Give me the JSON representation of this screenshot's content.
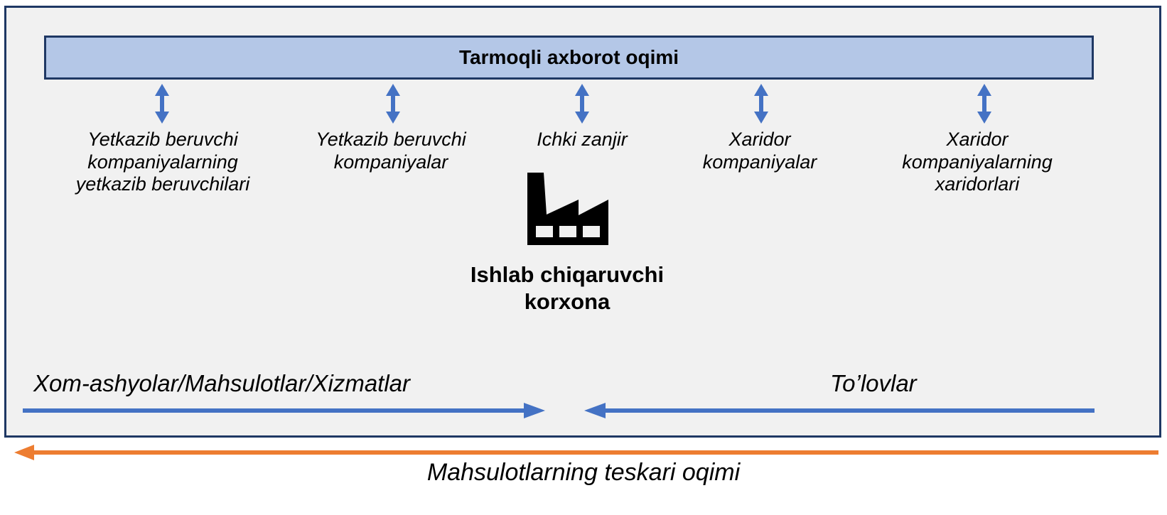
{
  "diagram": {
    "title": "Tarmoqli axborot oqimi",
    "colors": {
      "panel_background": "#f1f1f1",
      "panel_border": "#1f3864",
      "header_fill": "#b4c7e7",
      "header_border": "#1f3864",
      "arrow_blue": "#4472c4",
      "arrow_orange": "#ed7d31",
      "icon_black": "#000000",
      "text_black": "#000000"
    },
    "header": {
      "label": "Tarmoqli axborot oqimi"
    },
    "columns": [
      {
        "id": "suppliers-suppliers",
        "label": "Yetkazib beruvchi\nkompaniyalarning\nyetkazib beruvchilari",
        "arrow": "double-vertical-arrow"
      },
      {
        "id": "suppliers",
        "label": "Yetkazib beruvchi\nkompaniyalar",
        "arrow": "double-vertical-arrow"
      },
      {
        "id": "internal-chain",
        "label": "Ichki zanjir",
        "arrow": "double-vertical-arrow"
      },
      {
        "id": "buyers",
        "label": "Xaridor\nkompaniyalar",
        "arrow": "double-vertical-arrow"
      },
      {
        "id": "buyers-buyers",
        "label": "Xaridor\nkompaniyalarning\nxaridorlari",
        "arrow": "double-vertical-arrow"
      }
    ],
    "center_node": {
      "icon": "factory-icon",
      "caption": "Ishlab chiqaruvchi\nkorxona"
    },
    "flows": [
      {
        "id": "goods-flow",
        "label": "Xom-ashyolar/Mahsulotlar/Xizmatlar",
        "direction": "right",
        "color": "#4472c4"
      },
      {
        "id": "payments-flow",
        "label": "To’lovlar",
        "direction": "left",
        "color": "#4472c4"
      }
    ],
    "reverse_flow": {
      "label": "Mahsulotlarning teskari oqimi",
      "direction": "left",
      "color": "#ed7d31"
    }
  }
}
